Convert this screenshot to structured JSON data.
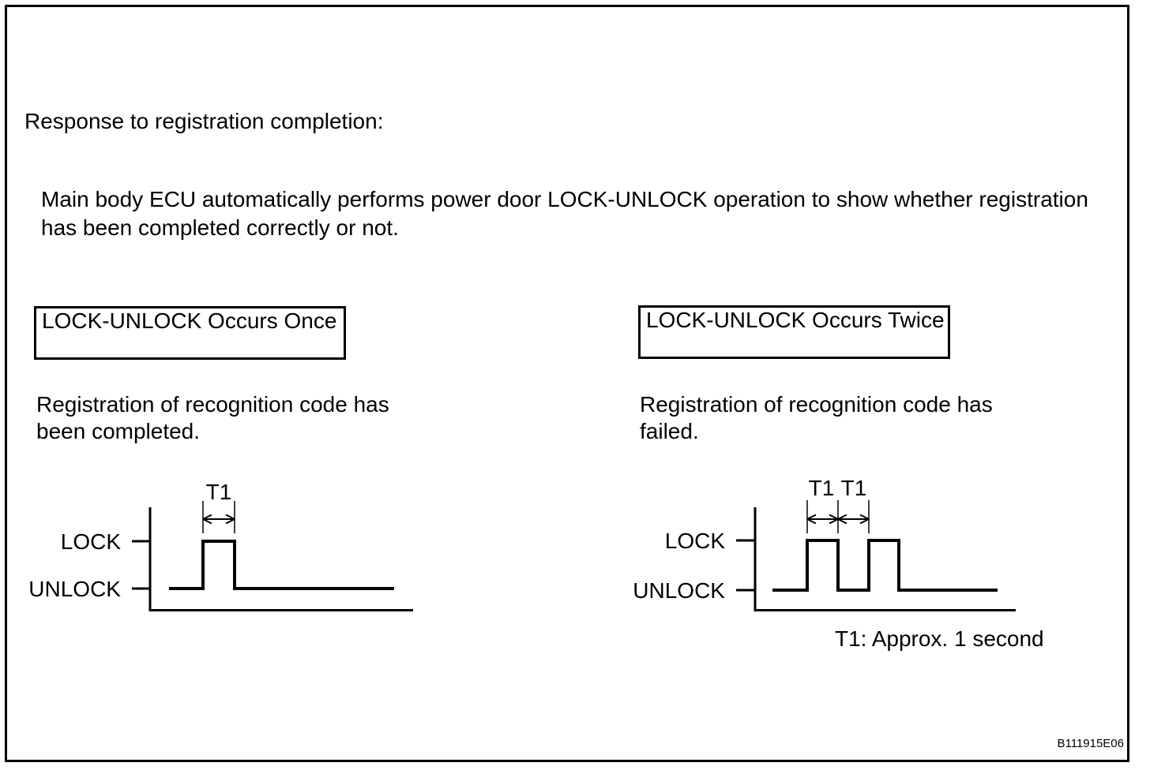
{
  "colors": {
    "ink": "#000000",
    "paper": "#ffffff"
  },
  "header": {
    "title": "Response to registration completion:",
    "intro_lines": [
      "Main body ECU automatically performs power door LOCK-UNLOCK operation to show whether registration",
      "has been completed correctly or not."
    ]
  },
  "diagram_once": {
    "heading": "LOCK-UNLOCK Occurs Once",
    "description_lines": [
      "Registration of recognition code has",
      "been completed."
    ],
    "lock_label": "LOCK",
    "unlock_label": "UNLOCK",
    "t1_label": "T1",
    "pulse_count": 1
  },
  "diagram_twice": {
    "heading": "LOCK-UNLOCK Occurs Twice",
    "description_lines": [
      "Registration of recognition code has",
      "failed."
    ],
    "lock_label": "LOCK",
    "unlock_label": "UNLOCK",
    "t1_labels": [
      "T1",
      "T1"
    ],
    "pulse_count": 2
  },
  "footer": {
    "t1_note": "T1: Approx. 1 second",
    "figure_code": "B111915E06"
  }
}
